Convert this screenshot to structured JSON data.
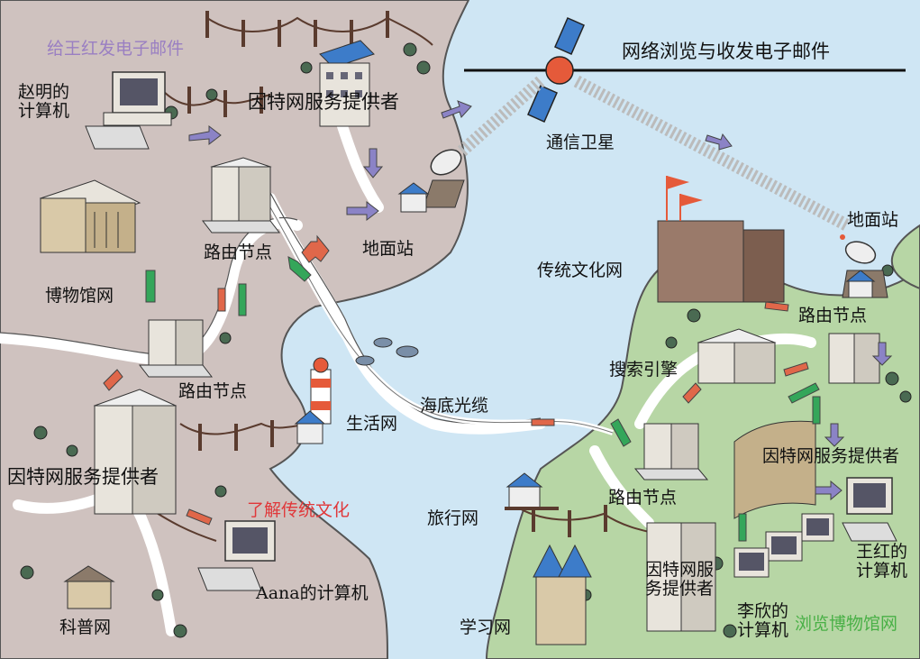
{
  "title": "网络浏览与收发电子邮件",
  "colors": {
    "land_left": "#cfc2bf",
    "land_right": "#b7d6a5",
    "sea": "#cfe6f4",
    "road": "#ffffff",
    "arrow_purple": "#8b83c6",
    "arrow_red": "#e0674a",
    "arrow_green": "#34a65a",
    "caption_purple": "#9a7fc2",
    "caption_red": "#e0383a",
    "caption_green": "#49b046"
  },
  "captions": {
    "email_to_wanghong": "给王红发电子邮件",
    "learn_culture": "了解传统文化",
    "browse_museum": "浏览博物馆网"
  },
  "labels": {
    "zhaoming_pc": "赵明的\n计算机",
    "isp_top": "因特网服务提供者",
    "satellite": "通信卫星",
    "ground_station_left": "地面站",
    "ground_station_right": "地面站",
    "router_top": "路由节点",
    "museum_net": "博物馆网",
    "router_mid": "路由节点",
    "culture_net": "传统文化网",
    "router_right": "路由节点",
    "search_engine": "搜索引擎",
    "isp_right": "因特网服务提供者",
    "life_net": "生活网",
    "undersea_cable": "海底光缆",
    "isp_left": "因特网服务提供者",
    "travel_net": "旅行网",
    "router_bottom": "路由节点",
    "aana_pc": "Aana的计算机",
    "isp_bottom": "因特网服\n务提供者",
    "wanghong_pc": "王红的\n计算机",
    "lixin_pc": "李欣的\n计算机",
    "science_net": "科普网",
    "study_net": "学习网"
  }
}
